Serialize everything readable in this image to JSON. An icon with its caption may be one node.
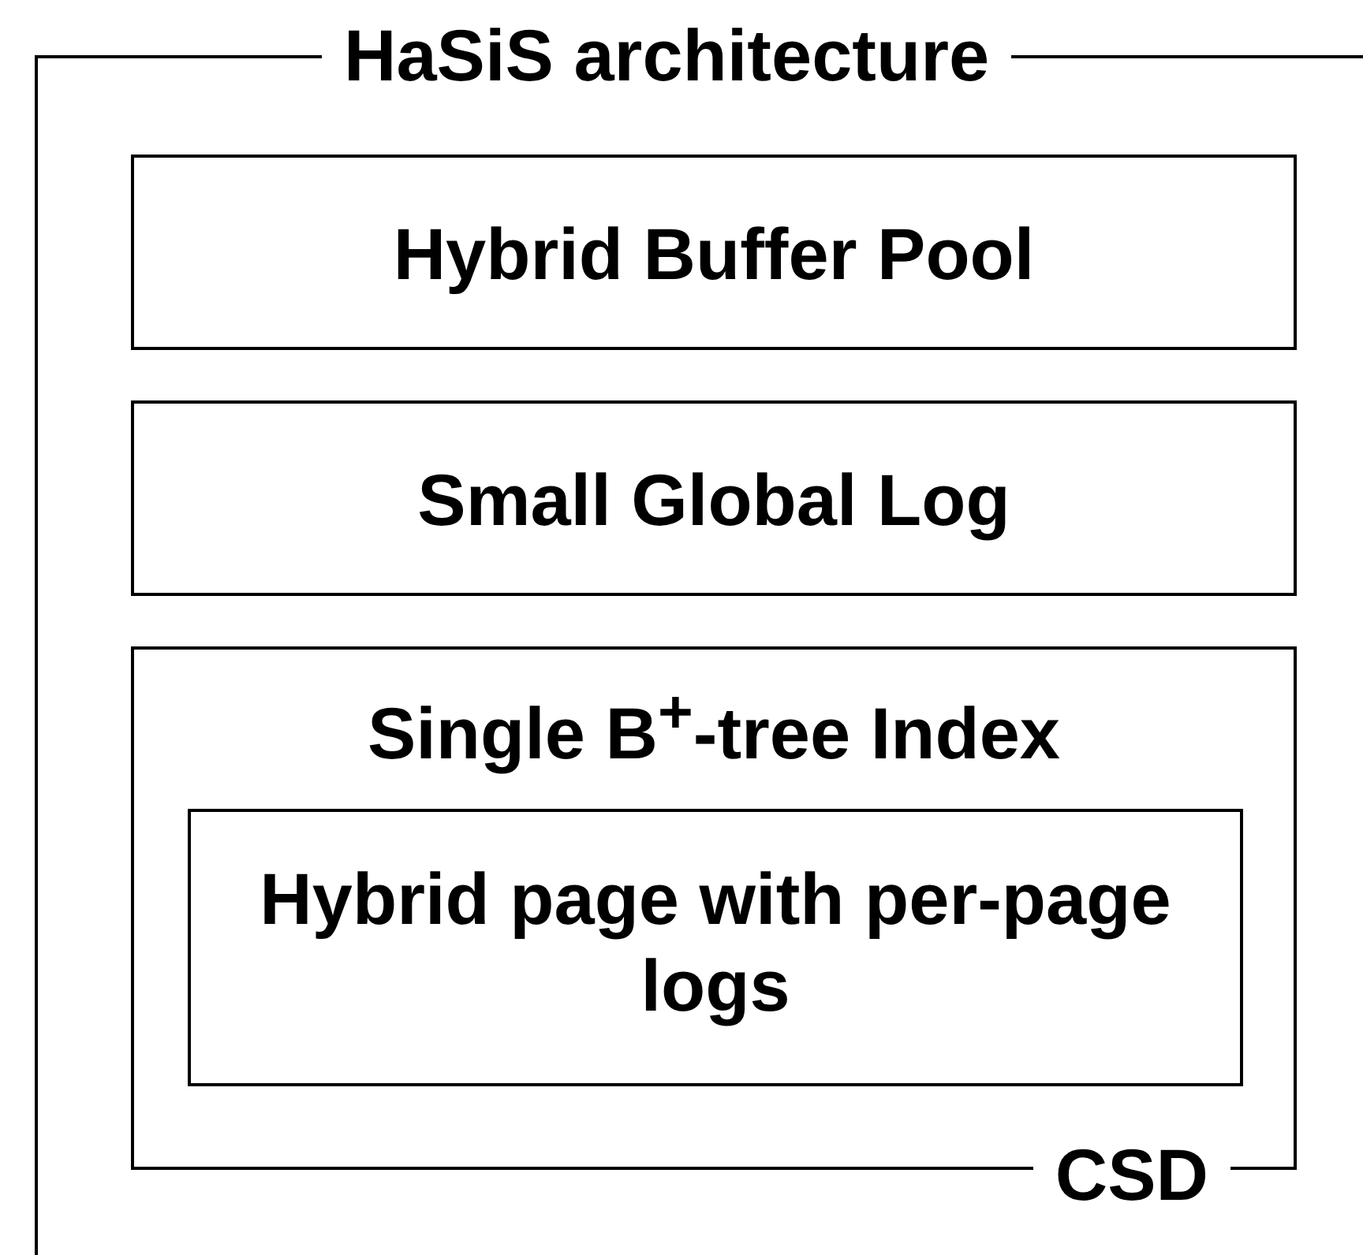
{
  "diagram": {
    "nodes": [
      {
        "text": [
          "HaSiS architecture"
        ]
      },
      {
        "text": [
          "Hybrid Buffer Pool"
        ],
        "in": 0
      },
      {
        "text": [
          "Small Global Log"
        ],
        "in": 0
      },
      {
        "text": [
          "Single B$^{+}$-tree Index",
          "CSD"
        ],
        "in": 0
      },
      {
        "text": [
          "Hybrid page with per-page logs"
        ],
        "in": 3
      }
    ]
  }
}
